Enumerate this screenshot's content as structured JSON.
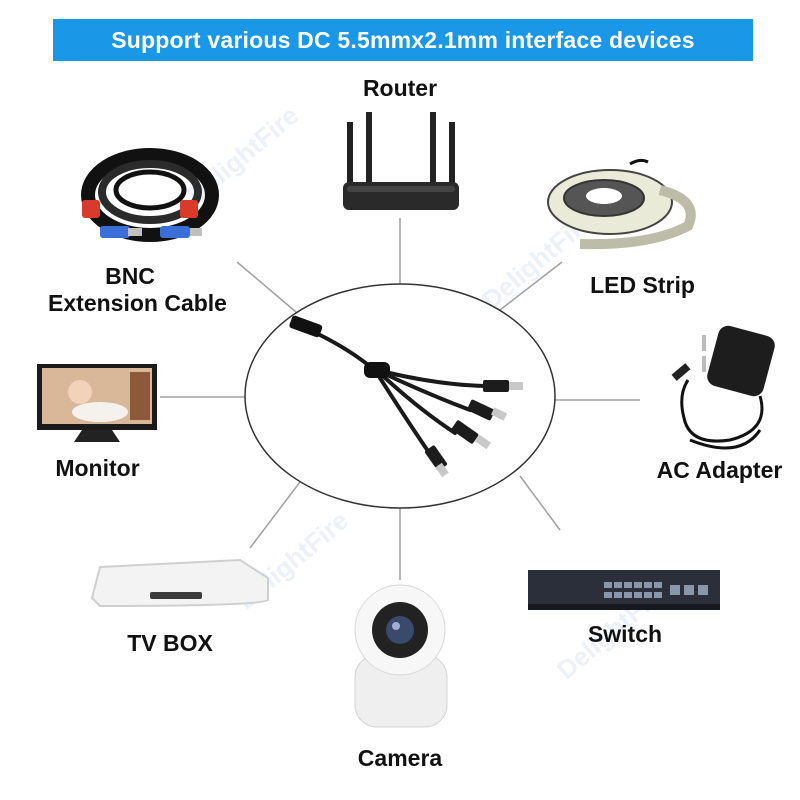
{
  "banner": {
    "text": "Support various DC 5.5mmx2.1mm interface devices",
    "color": "#1a97e6"
  },
  "devices": {
    "router": "Router",
    "bnc_line1": "BNC",
    "bnc_line2": "Extension Cable",
    "led_strip": "LED Strip",
    "monitor": "Monitor",
    "ac_adapter": "AC Adapter",
    "tv_box": "TV BOX",
    "switch": "Switch",
    "camera": "Camera"
  },
  "icons": {
    "router": "router-icon",
    "bnc": "bnc-cable-coil-icon",
    "led": "led-strip-reel-icon",
    "monitor": "monitor-icon",
    "adapter": "ac-adapter-icon",
    "tvbox": "tv-box-icon",
    "switch": "network-switch-icon",
    "camera": "security-camera-icon",
    "splitter": "dc-splitter-cable-icon"
  },
  "watermark": "DelightFire"
}
